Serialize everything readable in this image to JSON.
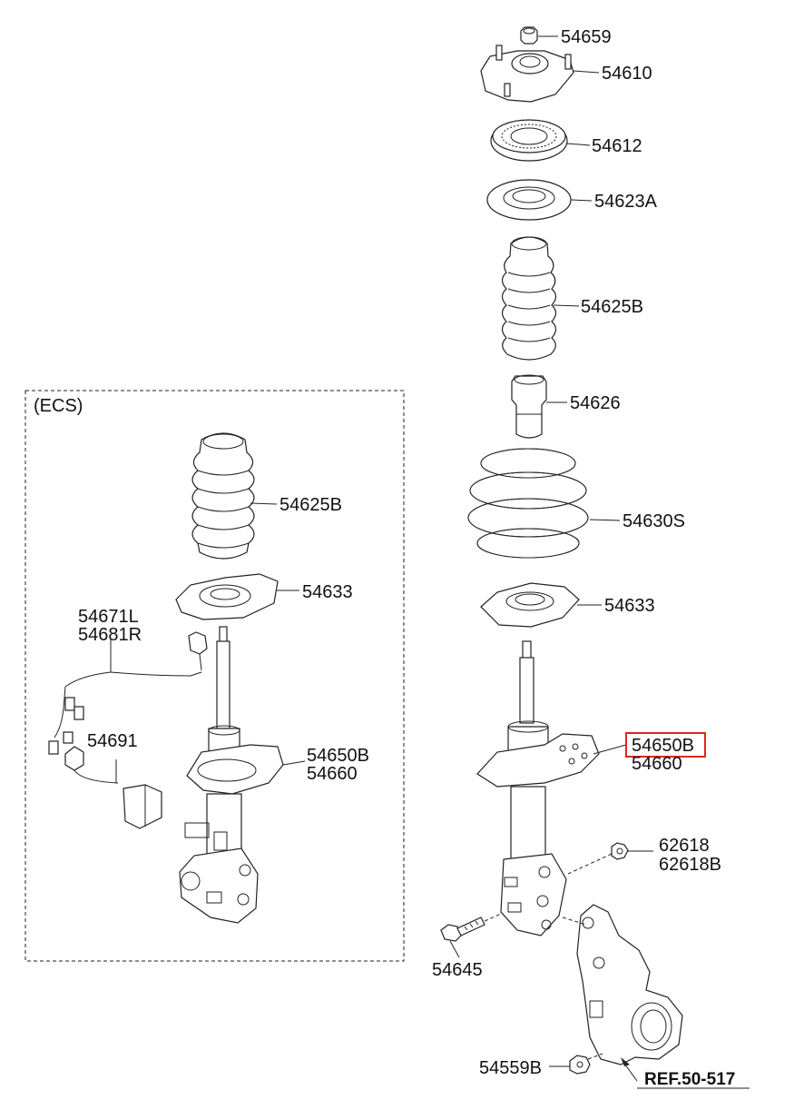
{
  "ecs_box_label": "(ECS)",
  "labels": {
    "p54659": "54659",
    "p54610": "54610",
    "p54612": "54612",
    "p54623A": "54623A",
    "p54625B_main": "54625B",
    "p54626": "54626",
    "p54630S": "54630S",
    "p54633_main": "54633",
    "p54650B_main": "54650B",
    "p54660_main": "54660",
    "p62618": "62618",
    "p62618B": "62618B",
    "p54645": "54645",
    "p54559B": "54559B",
    "ref": "REF.50-517",
    "p54625B_ecs": "54625B",
    "p54633_ecs": "54633",
    "p54671L": "54671L",
    "p54681R": "54681R",
    "p54691": "54691",
    "p54650B_ecs": "54650B",
    "p54660_ecs": "54660"
  },
  "highlighted_part": "54650B",
  "highlight_color": "#e1251b"
}
